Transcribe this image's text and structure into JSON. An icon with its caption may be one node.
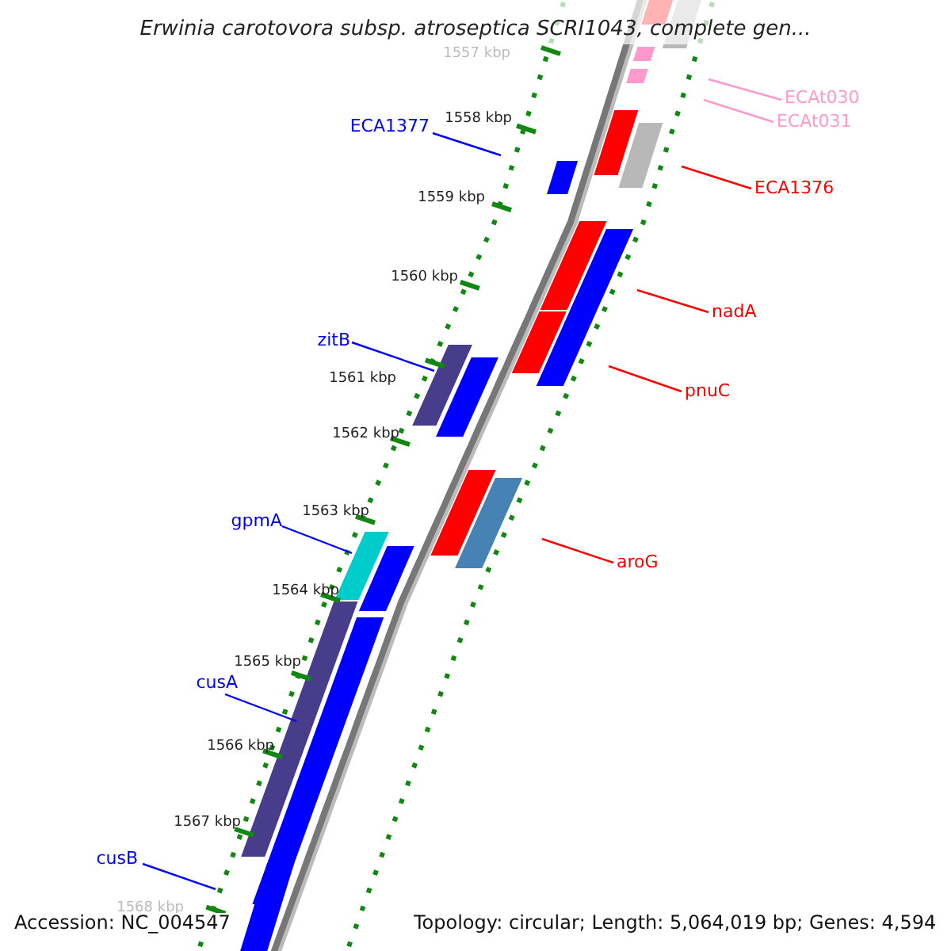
{
  "diagram": {
    "title": "Erwinia carotovora subsp. atroseptica SCRI1043, complete gen...",
    "nodes": [
      {
        "text": [
          "ECAt030"
        ]
      },
      {
        "text": [
          "ECAt031"
        ]
      },
      {
        "text": [
          "ECA1377"
        ]
      },
      {
        "text": [
          "ECA1376"
        ]
      },
      {
        "text": [
          "nadA"
        ]
      },
      {
        "text": [
          "zitB"
        ]
      },
      {
        "text": [
          "pnuC"
        ]
      },
      {
        "text": [
          "gpmA"
        ]
      },
      {
        "text": [
          "aroG"
        ]
      },
      {
        "text": [
          "cusA"
        ]
      },
      {
        "text": [
          "cusB"
        ]
      }
    ],
    "edges": [
      {
        "from": 0,
        "to": null,
        "arrow": "none",
        "color": "#ff99cc"
      },
      {
        "from": 1,
        "to": null,
        "arrow": "none",
        "color": "#ff99cc"
      },
      {
        "from": 2,
        "to": null,
        "arrow": "none"
      },
      {
        "from": 3,
        "to": null,
        "arrow": "none",
        "color": "#ff0000"
      },
      {
        "from": 4,
        "to": null,
        "arrow": "none",
        "color": "#ff0000"
      },
      {
        "from": 5,
        "to": null,
        "arrow": "none"
      },
      {
        "from": 6,
        "to": null,
        "arrow": "none",
        "color": "#ff0000"
      },
      {
        "from": 7,
        "to": null,
        "arrow": "none"
      },
      {
        "from": 8,
        "to": null,
        "arrow": "none",
        "color": "#ff0000"
      },
      {
        "from": 9,
        "to": null,
        "arrow": "none"
      },
      {
        "from": 10,
        "to": null,
        "arrow": "none"
      }
    ],
    "labels": [
      "1557 kbp",
      "1558 kbp",
      "1559 kbp",
      "1560 kbp",
      "1561 kbp",
      "1562 kbp",
      "1563 kbp",
      "1564 kbp",
      "1565 kbp",
      "1566 kbp",
      "1567 kbp",
      "1568 kbp",
      "Accession: NC_004547",
      "Topology: circular; Length: 5,064,019 bp; Genes: 4,594"
    ]
  }
}
